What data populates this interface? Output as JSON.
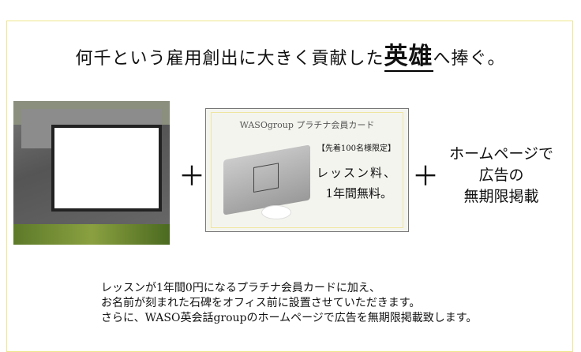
{
  "headline": {
    "before": "何千という雇用創出に大きく貢献した",
    "emphasis": "英雄",
    "after": "へ捧ぐ。"
  },
  "card": {
    "title": "WASOgroup プラチナ会員カード",
    "limited": "【先着100名様限定】",
    "line1": "レッスン料、",
    "line2": "1年間無料。"
  },
  "plus": "＋",
  "right": {
    "line1": "ホームページで",
    "line2": "広告の",
    "line3": "無期限掲載"
  },
  "description": [
    "レッスンが1年間0円になるプラチナ会員カードに加え、",
    "お名前が刻まれた石碑をオフィス前に設置させていただきます。",
    "さらに、WASO英会話groupのホームページで広告を無期限掲載致します。"
  ]
}
